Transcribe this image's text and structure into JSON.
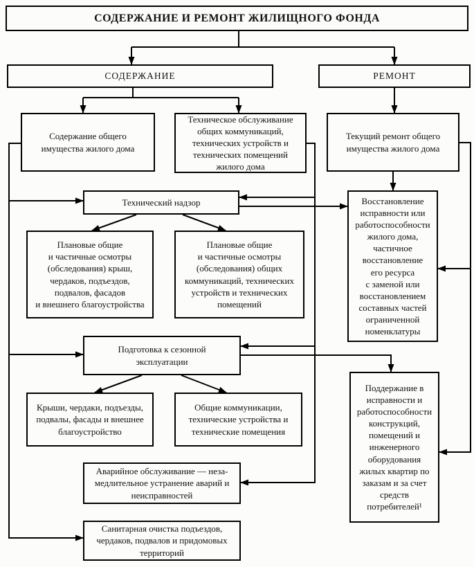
{
  "diagram": {
    "title": "СОДЕРЖАНИЕ И РЕМОНТ ЖИЛИЩНОГО ФОНДА",
    "nodes": {
      "soderzhanie": {
        "label": "СОДЕРЖАНИЕ"
      },
      "remont": {
        "label": "РЕМОНТ"
      },
      "sod_obshchego": {
        "label": "Содержание общего\nимущества жилого дома"
      },
      "tekh_obsluzhivanie": {
        "label": "Техническое обслуживание\nобщих коммуникаций,\nтехнических устройств и\nтехнических помещений\nжилого дома"
      },
      "tekushchiy_remont": {
        "label": "Текущий ремонт общего\nимущества жилого дома"
      },
      "tekh_nadzor": {
        "label": "Технический надзор"
      },
      "osmotry_krysh": {
        "label": "Плановые общие\nи частичные осмотры\n(обследования) крыш,\nчердаков, подъездов,\nподвалов, фасадов\nи внешнего благоустройства"
      },
      "osmotry_kommunikatsiy": {
        "label": "Плановые общие\nи частичные осмотры\n(обследования) общих\nкоммуникаций, технических\nустройств и технических\nпомещений"
      },
      "vosstanovlenie": {
        "label": "Восстановление\nисправности или\nработоспособности\nжилого дома,\nчастичное\nвосстановление\nего ресурса\nс заменой или\nвосстановлением\nсоставных частей\nограниченной\nноменклатуры"
      },
      "podgotovka": {
        "label": "Подготовка к сезонной\nэксплуатации"
      },
      "kryshi_cherdaki": {
        "label": "Крыши, чердаки, подъезды,\nподвалы, фасады и внешнее\nблагоустройство"
      },
      "obshchie_kommunikatsii": {
        "label": "Общие коммуникации,\nтехнические устройства и\nтехнические помещения"
      },
      "podderzhanie": {
        "label": "Поддержание в\nисправности и\nработоспособности\nконструкций,\nпомещений и\nинженерного\nоборудования\nжилых квартир по\nзаказам и за счет\nсредств\nпотребителей¹"
      },
      "avariynoe": {
        "label": "Аварийное обслуживание — неза-\nмедлительное устранение аварий и\nнеисправностей"
      },
      "sanitarnaya": {
        "label": "Санитарная очистка подъездов,\nчердаков, подвалов и придомовых\nтерриторий"
      }
    },
    "edges": [
      {
        "from": "title",
        "to": "soderzhanie"
      },
      {
        "from": "title",
        "to": "remont"
      },
      {
        "from": "soderzhanie",
        "to": "sod_obshchego"
      },
      {
        "from": "soderzhanie",
        "to": "tekh_obsluzhivanie"
      },
      {
        "from": "remont",
        "to": "tekushchiy_remont"
      },
      {
        "from": "sod_obshchego",
        "to": "tekh_nadzor"
      },
      {
        "from": "sod_obshchego",
        "to": "podgotovka"
      },
      {
        "from": "sod_obshchego",
        "to": "sanitarnaya"
      },
      {
        "from": "tekh_obsluzhivanie",
        "to": "tekh_nadzor"
      },
      {
        "from": "tekh_obsluzhivanie",
        "to": "podgotovka"
      },
      {
        "from": "tekh_obsluzhivanie",
        "to": "avariynoe"
      },
      {
        "from": "tekh_nadzor",
        "to": "osmotry_krysh"
      },
      {
        "from": "tekh_nadzor",
        "to": "osmotry_kommunikatsiy"
      },
      {
        "from": "tekh_nadzor",
        "to": "vosstanovlenie"
      },
      {
        "from": "tekushchiy_remont",
        "to": "vosstanovlenie"
      },
      {
        "from": "tekushchiy_remont",
        "to": "podderzhanie"
      },
      {
        "from": "podgotovka",
        "to": "kryshi_cherdaki"
      },
      {
        "from": "podgotovka",
        "to": "obshchie_kommunikatsii"
      },
      {
        "from": "podgotovka",
        "to": "podderzhanie"
      }
    ],
    "colors": {
      "ink": "#000000",
      "paper": "#fcfcfa"
    }
  }
}
